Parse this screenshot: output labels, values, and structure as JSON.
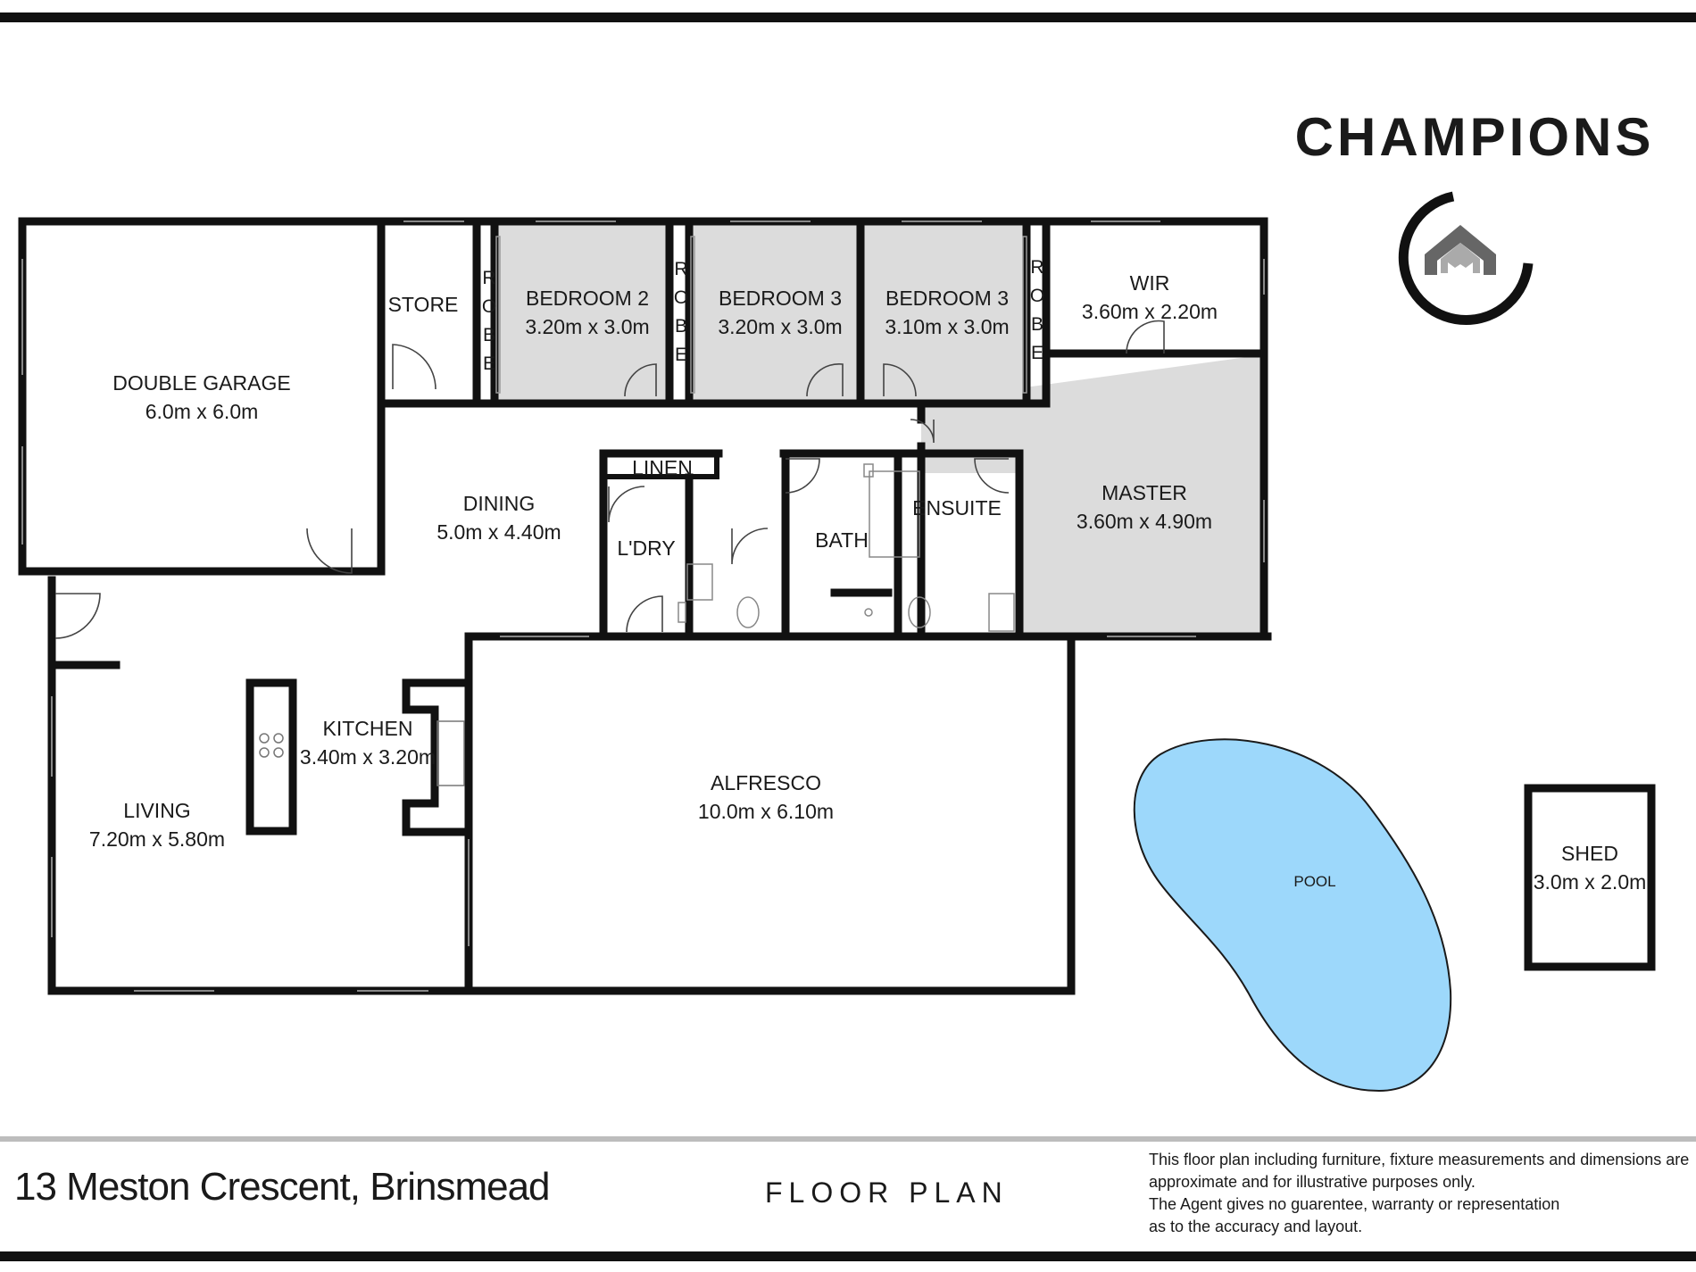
{
  "brand": {
    "name": "CHAMPIONS",
    "accent": "#1a1a1a",
    "mark_grey": "#666666"
  },
  "colors": {
    "wall": "#111111",
    "shaded_room": "#dcdcdc",
    "pool": "#9dd8fb",
    "pool_edge": "#1a1a1a",
    "rule": "#bdbdbd"
  },
  "rooms": {
    "double_garage": {
      "name": "DOUBLE GARAGE",
      "size": "6.0m x 6.0m"
    },
    "store": {
      "name": "STORE"
    },
    "bedroom_2": {
      "name": "BEDROOM 2",
      "size": "3.20m x 3.0m"
    },
    "bedroom_3a": {
      "name": "BEDROOM 3",
      "size": "3.20m x 3.0m"
    },
    "bedroom_3b": {
      "name": "BEDROOM 3",
      "size": "3.10m x 3.0m"
    },
    "wir": {
      "name": "WIR",
      "size": "3.60m x 2.20m"
    },
    "robe": [
      "R",
      "O",
      "B",
      "E"
    ],
    "dining": {
      "name": "DINING",
      "size": "5.0m x 4.40m"
    },
    "linen": {
      "name": "LINEN"
    },
    "laundry": {
      "name": "L'DRY"
    },
    "bath": {
      "name": "BATH"
    },
    "ensuite": {
      "name": "ENSUITE"
    },
    "master": {
      "name": "MASTER",
      "size": "3.60m x 4.90m"
    },
    "kitchen": {
      "name": "KITCHEN",
      "size": "3.40m x 3.20m"
    },
    "living": {
      "name": "LIVING",
      "size": "7.20m x 5.80m"
    },
    "alfresco": {
      "name": "ALFRESCO",
      "size": "10.0m x 6.10m"
    },
    "pool": {
      "name": "POOL"
    },
    "shed": {
      "name": "SHED",
      "size": "3.0m x 2.0m"
    }
  },
  "footer": {
    "address": "13 Meston Crescent, Brinsmead",
    "title": "FLOOR PLAN",
    "disclaimer": [
      "This floor plan including furniture, fixture measurements and dimensions are",
      "approximate and for illustrative purposes only.",
      "The Agent gives no guarentee, warranty or representation",
      "as to the accuracy and layout."
    ]
  }
}
